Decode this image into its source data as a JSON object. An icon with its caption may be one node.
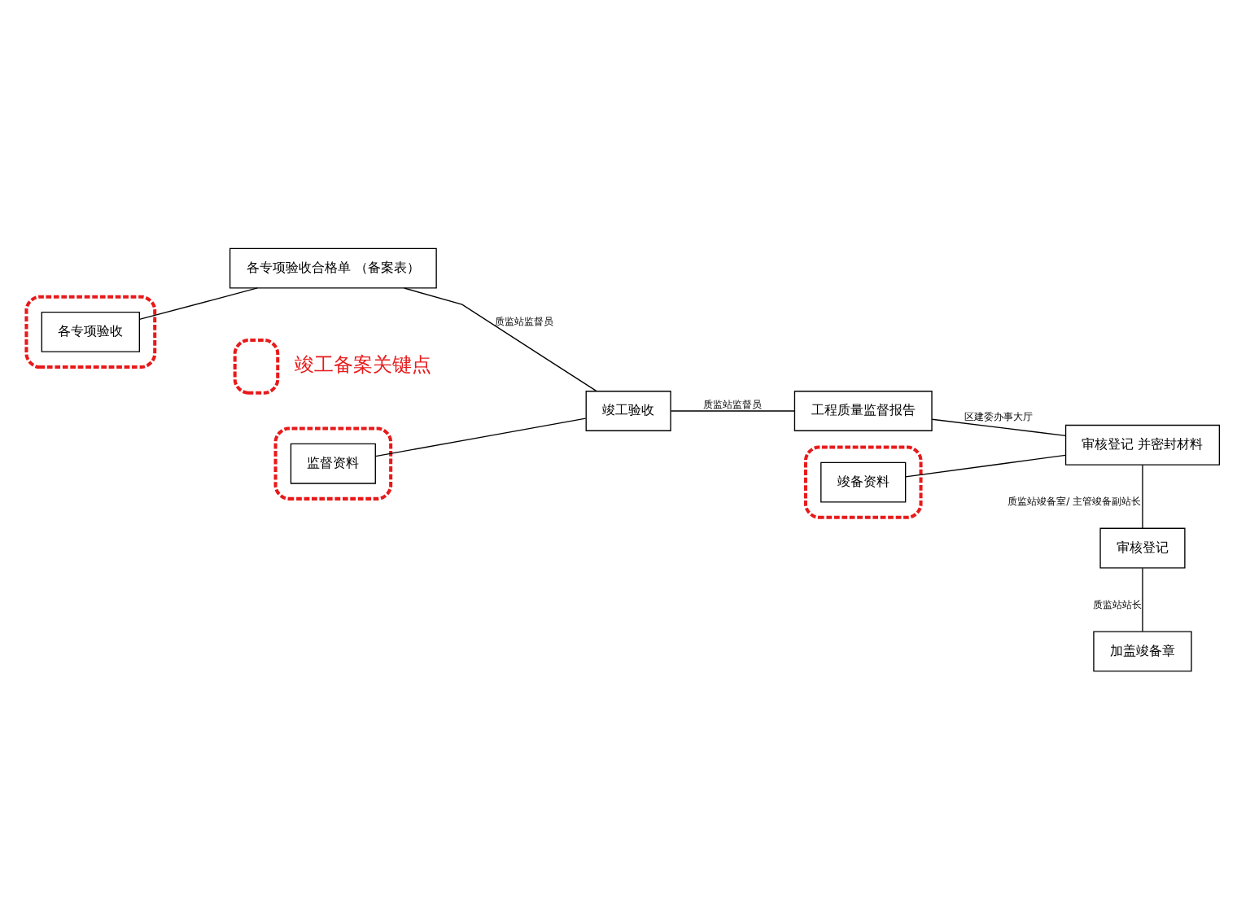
{
  "diagram": {
    "nodes": [
      {
        "text": [],
        "shape": "ellipse"
      },
      {
        "text": [
          "各专项验收"
        ],
        "in": 0
      },
      {
        "text": [
          "各专项验收合格单 （备案表）"
        ]
      },
      {
        "text": [],
        "shape": "ellipse"
      },
      {
        "text": [
          "监督资料"
        ],
        "in": 3
      },
      {
        "text": [
          "竣工验收"
        ]
      },
      {
        "text": [
          "工程质量监督报告"
        ]
      },
      {
        "text": [],
        "shape": "ellipse"
      },
      {
        "text": [
          "竣备资料"
        ],
        "in": 7
      },
      {
        "text": [
          "审核登记 并密封材料"
        ]
      },
      {
        "text": [
          "审核登记"
        ]
      },
      {
        "text": [
          "加盖竣备章"
        ]
      }
    ],
    "edges": [
      {
        "from": 1,
        "to": 2,
        "arrow": "none"
      },
      {
        "from": 2,
        "to": 5,
        "arrow": "none",
        "label": "质监站监督员"
      },
      {
        "from": 4,
        "to": 5,
        "arrow": "none"
      },
      {
        "from": 5,
        "to": 6,
        "arrow": "none",
        "label": "质监站监督员"
      },
      {
        "from": 6,
        "to": 9,
        "arrow": "none",
        "label": "区建委办事大厅"
      },
      {
        "from": 8,
        "to": 9,
        "arrow": "none"
      },
      {
        "from": 9,
        "to": 10,
        "arrow": "none",
        "label": "质监站竣备室/ 主管竣备副站长"
      },
      {
        "from": 10,
        "to": 11,
        "arrow": "none",
        "label": "质监站站长"
      }
    ],
    "legend": [
      {
        "text": "竣工备案关键点"
      }
    ]
  }
}
